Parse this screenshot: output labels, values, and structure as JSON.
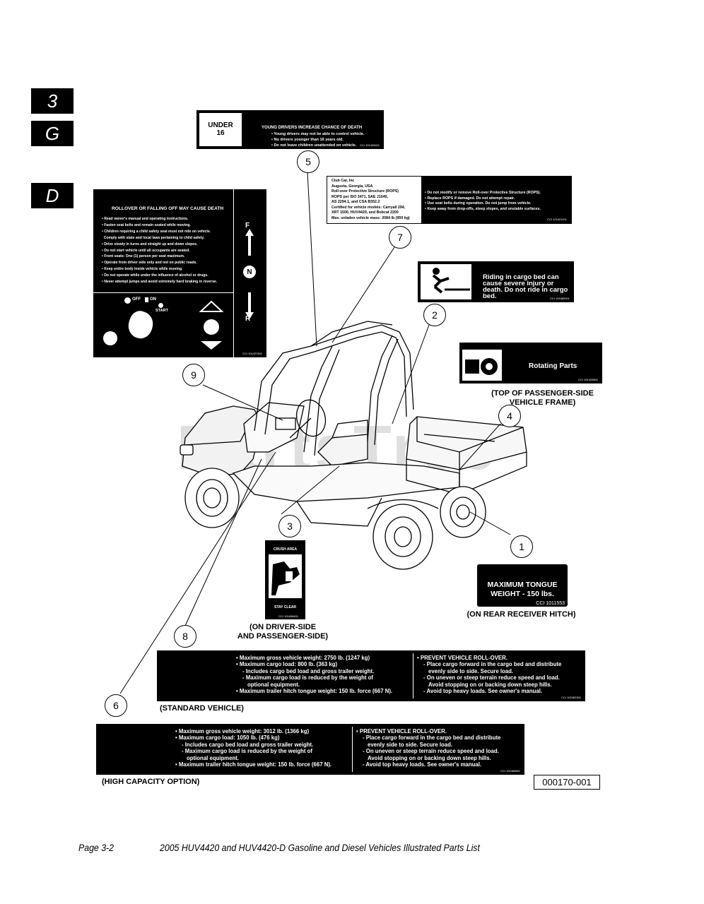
{
  "side_tabs": {
    "tab1": "3",
    "tab2": "G",
    "tab3": "D"
  },
  "labels": {
    "under16": {
      "badge_top": "UNDER",
      "badge_bottom": "16",
      "title": "YOUNG DRIVERS INCREASE CHANCE OF DEATH",
      "lines": [
        "• Young drivers may not be able to control vehicle.",
        "• No drivers younger than 16 years old.",
        "• Do not leave children unattended on vehicle."
      ],
      "code": "CCI 101409401"
    },
    "rops": {
      "left_lines": [
        "Club Car, Inc",
        "Augusta, Georgia, USA",
        "Roll-over Protective Structure (ROPS)",
        "ROPS per ISO 3471, SAE J1040,",
        "AS 2294.1, and CSA B352.2",
        "Certified for vehicle models: Carryall 294,",
        "XRT 1500, HUV4420, and Bobcat 2200",
        "Max. unladen vehicle mass: 2084 lb (950 kg)"
      ],
      "right_lines": [
        "• Do not modify or remove Roll-over Protective Structure (ROPS).",
        "• Replace ROPS if damaged. Do not attempt repair.",
        "• Use seat belts during operation. Do not jump from vehicle.",
        "• Keep away from drop-offs, steep slopes, and unstable surfaces."
      ],
      "code": "CCI 101421101"
    },
    "rollover": {
      "title": "ROLLOVER OR FALLING OFF MAY CAUSE DEATH",
      "lines": [
        "• Read owner's manual and operating instructions.",
        "• Fasten seat belts and remain seated while moving.",
        "• Children requiring a child safety seat must not ride on vehicle.",
        "  Comply with state and local laws pertaining to child safety.",
        "• Drive slowly in turns and straight up and down slopes.",
        "• Do not start vehicle until all occupants are seated.",
        "• Front seats: One (1) person per seat maximum.",
        "• Operate from driver side only and not on public roads.",
        "• Keep entire body inside vehicle while moving.",
        "• Do not operate while under the influence of alcohol or drugs.",
        "• Never attempt jumps and avoid extremely hard braking in reverse."
      ],
      "forward": "F",
      "neutral": "N",
      "reverse": "R",
      "off": "OFF",
      "on": "ON",
      "start": "START",
      "code": "CCI 101427601"
    },
    "riding_cargo": {
      "text": "Riding in cargo bed can cause severe injury or death. Do not ride in cargo bed.",
      "code": "CCI 101665901"
    },
    "rotating": {
      "text": "Rotating Parts",
      "code": "CCI 101403801"
    },
    "tongue": {
      "line1": "MAXIMUM TONGUE",
      "line2": "WEIGHT - 150 lbs.",
      "code": "CCI 1011553"
    },
    "crush": {
      "top": "CRUSH AREA",
      "bottom": "STAY CLEAR",
      "code": "CCI 101608401"
    },
    "standard": {
      "left_lines": [
        "• Maximum gross vehicle weight: 2750 lb. (1247 kg)",
        "• Maximum cargo load: 800 lb. (363 kg)",
        "- Includes cargo bed load and gross trailer weight.",
        "- Maximum cargo load is reduced by the weight of",
        "optional equipment.",
        "• Maximum trailer hitch tongue weight: 150 lb. force (667 N)."
      ],
      "right_lines": [
        "• PREVENT VEHICLE ROLL-OVER.",
        "- Place cargo forward in the cargo bed and distribute",
        "evenly side to side. Secure load.",
        "- On uneven or steep terrain reduce speed and load.",
        "Avoid stopping on or backing down steep hills.",
        "- Avoid top heavy loads.  See owner's manual."
      ],
      "code": "CCI 102362301"
    },
    "high_capacity": {
      "left_lines": [
        "• Maximum gross vehicle weight: 3012 lb. (1366 kg)",
        "• Maximum cargo load: 1050 lb. (476 kg)",
        "- Includes cargo bed load and gross trailer weight.",
        "- Maximum cargo load is reduced by the weight of",
        "optional equipment.",
        "• Maximum trailer hitch tongue weight: 150 lb. force (667 N)."
      ],
      "right_lines": [
        "• PREVENT VEHICLE ROLL-OVER.",
        "- Place cargo forward in the cargo bed and distribute",
        "evenly side to side. Secure load.",
        "- On uneven or steep terrain reduce speed and load.",
        "Avoid stopping on or backing down steep hills.",
        "- Avoid top heavy loads.  See owner's manual."
      ],
      "code": "CCI 102489801"
    }
  },
  "captions": {
    "top_frame_1": "(TOP OF PASSENGER-SIDE",
    "top_frame_2": "VEHICLE FRAME)",
    "rear_hitch": "(ON REAR RECEIVER HITCH)",
    "driver_side_1": "(ON DRIVER-SIDE",
    "driver_side_2": "AND PASSENGER-SIDE)",
    "standard": "(STANDARD VEHICLE)",
    "high_capacity": "(HIGH CAPACITY OPTION)"
  },
  "callouts": [
    "1",
    "2",
    "3",
    "4",
    "5",
    "6",
    "7",
    "8",
    "9"
  ],
  "watermark": "PartsTree",
  "trademark": "TM",
  "figure_number": "000170-001",
  "footer": {
    "page": "Page 3-2",
    "title": "2005 HUV4420 and HUV4420-D Gasoline and Diesel Vehicles Illustrated Parts List"
  }
}
